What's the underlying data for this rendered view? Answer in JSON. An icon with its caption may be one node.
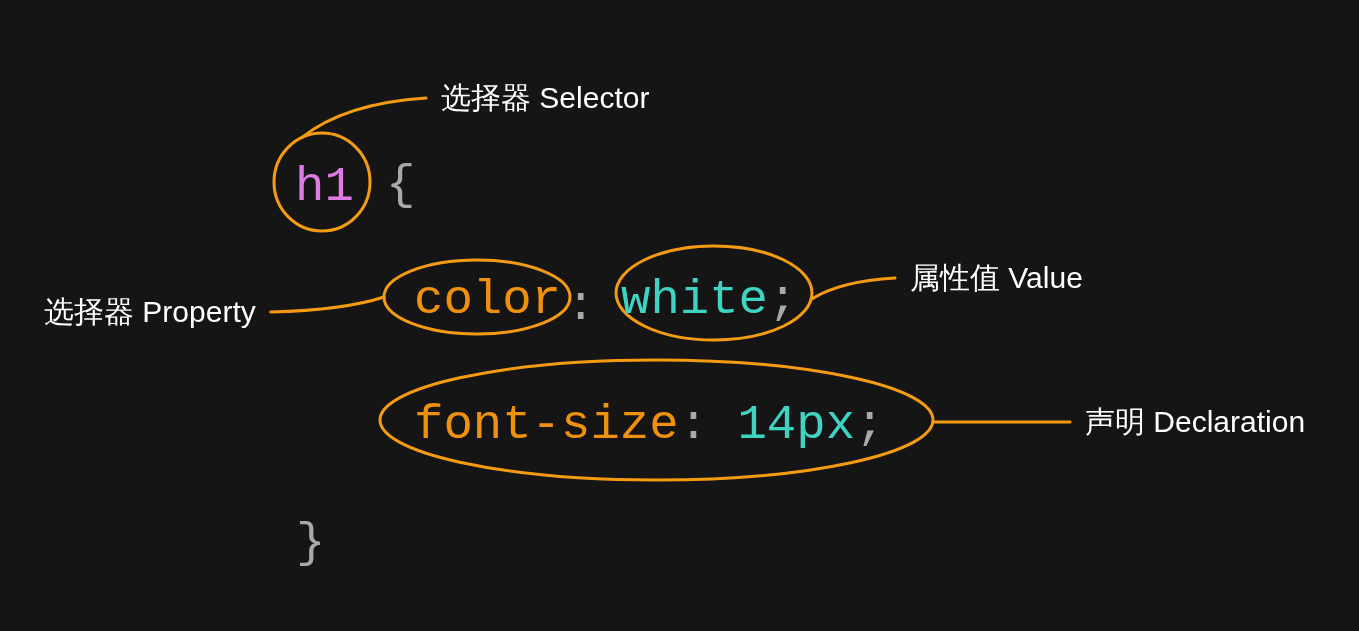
{
  "diagram": {
    "nodes": [
      {
        "text": [
          "选择器 Selector"
        ]
      },
      {
        "text": [
          "h1"
        ]
      },
      {
        "text": [
          "选择器 Property"
        ]
      },
      {
        "text": [
          "color"
        ]
      },
      {
        "text": [
          "white;"
        ]
      },
      {
        "text": [
          "属性值 Value"
        ]
      },
      {
        "text": [
          "font-size: 14px;"
        ]
      },
      {
        "text": [
          "声明 Declaration"
        ]
      }
    ],
    "edges": [
      {
        "from": 0,
        "to": 1,
        "arrow": "none"
      },
      {
        "from": 2,
        "to": 3,
        "arrow": "none"
      },
      {
        "from": 5,
        "to": 4,
        "arrow": "none"
      },
      {
        "from": 7,
        "to": 6,
        "arrow": "none"
      }
    ],
    "labels": [
      "{",
      ":",
      "}"
    ]
  }
}
